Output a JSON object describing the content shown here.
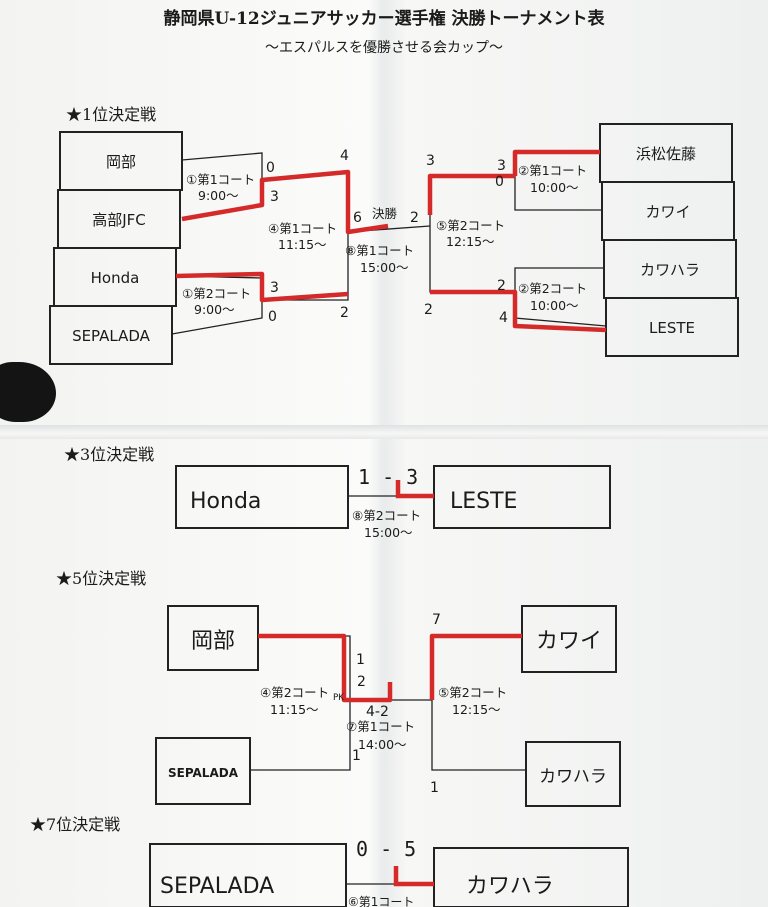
{
  "header": {
    "title": "静岡県U-12ジュニアサッカー選手権 決勝トーナメント表",
    "subtitle": "～エスパルスを優勝させる会カップ～"
  },
  "sections": {
    "first": "★1位決定戦",
    "third": "★3位決定戦",
    "fifth": "★5位決定戦",
    "seventh": "★7位決定戦"
  },
  "teams_left": [
    "岡部",
    "高部JFC",
    "Honda",
    "SEPALADA"
  ],
  "teams_right": [
    "浜松佐藤",
    "カワイ",
    "カワハラ",
    "LESTE"
  ],
  "matches": {
    "m1": {
      "label": "①第1コート",
      "time": "9:00～",
      "top": "0",
      "bottom": "3"
    },
    "m1b": {
      "label": "①第2コート",
      "time": "9:00～",
      "top": "3",
      "bottom": "0"
    },
    "m2": {
      "label": "②第1コート",
      "time": "10:00～",
      "top": "3",
      "bottom": "0"
    },
    "m2b": {
      "label": "②第2コート",
      "time": "10:00～",
      "top": "2",
      "bottom": "4"
    },
    "m4": {
      "label": "④第1コート",
      "time": "11:15～",
      "top": "4",
      "bottom": "2"
    },
    "m5": {
      "label": "⑤第2コート",
      "time": "12:15～",
      "top": "3",
      "bottom": "2"
    },
    "final": {
      "label": "⑧第1コート",
      "time": "15:00～",
      "title": "決勝",
      "left": "6",
      "right": "2"
    }
  },
  "third_place": {
    "left": "Honda",
    "right": "LESTE",
    "score": "1 - 3",
    "court": "⑧第2コート",
    "time": "15:00～"
  },
  "fifth_place": {
    "teams_left": [
      "岡部",
      "SEPALADA"
    ],
    "teams_right": [
      "カワイ",
      "カワハラ"
    ],
    "m4": {
      "label": "④第2コート",
      "time": "11:15～",
      "top": "1",
      "pk_top": "2",
      "bottom": "1"
    },
    "m5": {
      "label": "⑤第2コート",
      "time": "12:15～",
      "top": "7",
      "bottom": "1"
    },
    "m7": {
      "label": "⑦第1コート",
      "time": "14:00～",
      "score": "4-2",
      "pk": "PK"
    }
  },
  "seventh_place": {
    "left": "SEPALADA",
    "right": "カワハラ",
    "score": "0 - 5",
    "court": "⑥第1コート"
  },
  "colors": {
    "winner_line": "#d42a2a",
    "ink": "#1b1b1b",
    "paper": "#f6f6f4"
  }
}
